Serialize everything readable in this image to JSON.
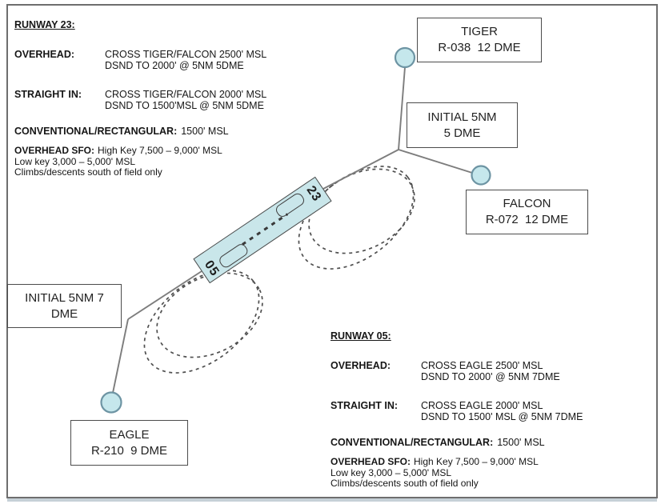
{
  "diagram": {
    "runway23": {
      "title": "RUNWAY 23:",
      "rows": [
        {
          "label": "OVERHEAD:",
          "lines": [
            "CROSS TIGER/FALCON 2500' MSL",
            "DSND TO 2000' @ 5NM 5DME"
          ]
        },
        {
          "label": "STRAIGHT IN:",
          "lines": [
            "CROSS TIGER/FALCON 2000' MSL",
            "DSND TO 1500'MSL @ 5NM 5DME"
          ]
        }
      ],
      "conventional": {
        "label": "CONVENTIONAL/RECTANGULAR:",
        "value": "1500' MSL"
      },
      "sfo": {
        "label": "OVERHEAD SFO:",
        "high": "High Key 7,500 – 9,000' MSL",
        "low": "Low key 3,000 – 5,000' MSL",
        "climbs": "Climbs/descents south of field only"
      }
    },
    "runway05": {
      "title": "RUNWAY 05:",
      "rows": [
        {
          "label": "OVERHEAD:",
          "lines": [
            "CROSS EAGLE 2500' MSL",
            "DSND TO 2000' @ 5NM 7DME"
          ]
        },
        {
          "label": "STRAIGHT IN:",
          "lines": [
            "CROSS EAGLE 2000' MSL",
            "DSND TO 1500' MSL @ 5NM 7DME"
          ]
        }
      ],
      "conventional": {
        "label": "CONVENTIONAL/RECTANGULAR:",
        "value": "1500' MSL"
      },
      "sfo": {
        "label": "OVERHEAD SFO:",
        "high": "High Key 7,500 – 9,000' MSL",
        "low": "Low key 3,000 – 5,000' MSL",
        "climbs": "Climbs/descents south of field only"
      }
    },
    "boxes": {
      "tiger": {
        "line1": "TIGER",
        "line2": "R-038  12 DME"
      },
      "initial5": {
        "line1": "INITIAL 5NM",
        "line2": "5 DME"
      },
      "falcon": {
        "line1": "FALCON",
        "line2": "R-072  12 DME"
      },
      "initial7": {
        "line1": "INITIAL 5NM 7",
        "line2": "DME"
      },
      "eagle": {
        "line1": "EAGLE",
        "line2": "R-210  9 DME"
      }
    },
    "runway": {
      "num23": "23",
      "num05": "05"
    },
    "colors": {
      "runway_fill": "#c9e6ea",
      "fix_fill": "#c5e7ec",
      "fix_stroke": "#6d94a3",
      "route_line": "#7d7d7d",
      "pattern_dash": "#4f4f4f",
      "frame_border": "#6e6e6e"
    }
  }
}
